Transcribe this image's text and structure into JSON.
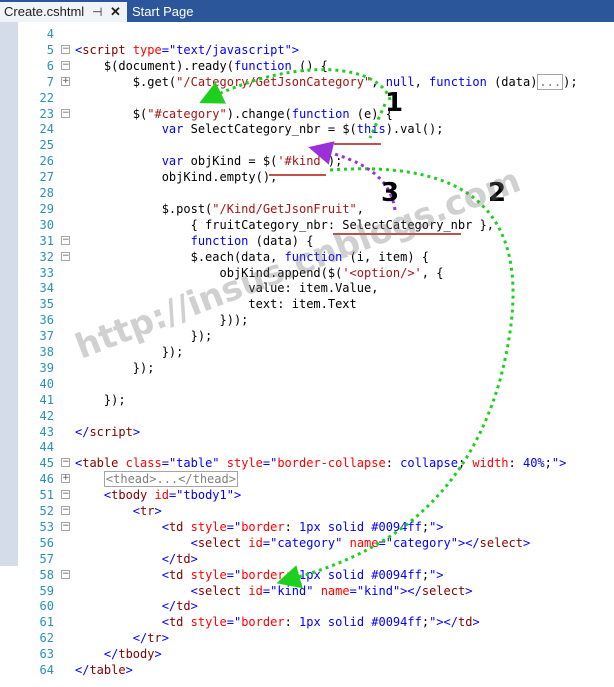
{
  "tabs": [
    {
      "label": "Create.cshtml",
      "active": true,
      "pin_icon": "pin-icon",
      "close_icon": "close-icon"
    },
    {
      "label": "Start Page",
      "active": false
    }
  ],
  "lines": [
    {
      "n": "4",
      "fold": "",
      "tokens": []
    },
    {
      "n": "5",
      "fold": "minus",
      "tokens": [
        [
          "b",
          "<"
        ],
        [
          "m",
          "script"
        ],
        [
          "k",
          " "
        ],
        [
          "a",
          "type"
        ],
        [
          "b",
          "=\""
        ],
        [
          "b",
          "text/javascript"
        ],
        [
          "b",
          "\">"
        ]
      ]
    },
    {
      "n": "6",
      "fold": "minus",
      "tokens": [
        [
          "k",
          "    $(document).ready("
        ],
        [
          "b",
          "function"
        ],
        [
          "k",
          " () {"
        ]
      ]
    },
    {
      "n": "7",
      "fold": "plus",
      "tokens": [
        [
          "k",
          "        $.get("
        ],
        [
          "r",
          "\"/Category/GetJsonCategory\""
        ],
        [
          "k",
          ", "
        ],
        [
          "b",
          "null"
        ],
        [
          "k",
          ", "
        ],
        [
          "b",
          "function"
        ],
        [
          "k",
          " (data)"
        ],
        [
          "box",
          "..."
        ],
        [
          "k",
          ");"
        ]
      ]
    },
    {
      "n": "22",
      "fold": "",
      "tokens": []
    },
    {
      "n": "23",
      "fold": "minus",
      "tokens": [
        [
          "k",
          "        $("
        ],
        [
          "r",
          "\"#category\""
        ],
        [
          "k",
          ").change("
        ],
        [
          "b",
          "function"
        ],
        [
          "k",
          " (e) {"
        ]
      ]
    },
    {
      "n": "24",
      "fold": "",
      "tokens": [
        [
          "k",
          "            "
        ],
        [
          "b",
          "var"
        ],
        [
          "k",
          " SelectCategory_nbr = $("
        ],
        [
          "b",
          "this"
        ],
        [
          "k",
          ").val();"
        ]
      ]
    },
    {
      "n": "25",
      "fold": "",
      "tokens": []
    },
    {
      "n": "26",
      "fold": "",
      "tokens": [
        [
          "k",
          "            "
        ],
        [
          "b",
          "var"
        ],
        [
          "k",
          " objKind = $("
        ],
        [
          "r",
          "'#kind'"
        ],
        [
          "k",
          ");"
        ]
      ]
    },
    {
      "n": "27",
      "fold": "",
      "tokens": [
        [
          "k",
          "            objKind.empty();"
        ]
      ]
    },
    {
      "n": "28",
      "fold": "",
      "tokens": []
    },
    {
      "n": "29",
      "fold": "",
      "tokens": [
        [
          "k",
          "            $.post("
        ],
        [
          "r",
          "\"/Kind/GetJsonFruit\""
        ],
        [
          "k",
          ","
        ]
      ]
    },
    {
      "n": "30",
      "fold": "",
      "tokens": [
        [
          "k",
          "                { fruitCategory_nbr: SelectCategory_nbr },"
        ]
      ]
    },
    {
      "n": "31",
      "fold": "minus",
      "tokens": [
        [
          "k",
          "                "
        ],
        [
          "b",
          "function"
        ],
        [
          "k",
          " (data) {"
        ]
      ]
    },
    {
      "n": "32",
      "fold": "minus",
      "tokens": [
        [
          "k",
          "                $.each(data, "
        ],
        [
          "b",
          "function"
        ],
        [
          "k",
          " (i, item) {"
        ]
      ]
    },
    {
      "n": "33",
      "fold": "",
      "tokens": [
        [
          "k",
          "                    objKind.append($("
        ],
        [
          "r",
          "'<option/>'"
        ],
        [
          "k",
          ", {"
        ]
      ]
    },
    {
      "n": "34",
      "fold": "",
      "tokens": [
        [
          "k",
          "                        value: item.Value,"
        ]
      ]
    },
    {
      "n": "35",
      "fold": "",
      "tokens": [
        [
          "k",
          "                        text: item.Text"
        ]
      ]
    },
    {
      "n": "36",
      "fold": "",
      "tokens": [
        [
          "k",
          "                    }));"
        ]
      ]
    },
    {
      "n": "37",
      "fold": "",
      "tokens": [
        [
          "k",
          "                });"
        ]
      ]
    },
    {
      "n": "38",
      "fold": "",
      "tokens": [
        [
          "k",
          "            });"
        ]
      ]
    },
    {
      "n": "39",
      "fold": "",
      "tokens": [
        [
          "k",
          "        });"
        ]
      ]
    },
    {
      "n": "40",
      "fold": "",
      "tokens": []
    },
    {
      "n": "41",
      "fold": "",
      "tokens": [
        [
          "k",
          "    });"
        ]
      ]
    },
    {
      "n": "42",
      "fold": "",
      "tokens": []
    },
    {
      "n": "43",
      "fold": "",
      "tokens": [
        [
          "b",
          "</"
        ],
        [
          "m",
          "script"
        ],
        [
          "b",
          ">"
        ]
      ]
    },
    {
      "n": "44",
      "fold": "",
      "tokens": []
    },
    {
      "n": "45",
      "fold": "minus",
      "tokens": [
        [
          "b",
          "<"
        ],
        [
          "m",
          "table"
        ],
        [
          "k",
          " "
        ],
        [
          "a",
          "class"
        ],
        [
          "b",
          "=\"table\""
        ],
        [
          "k",
          " "
        ],
        [
          "a",
          "style"
        ],
        [
          "b",
          "=\""
        ],
        [
          "a",
          "border-collapse"
        ],
        [
          "k",
          ": "
        ],
        [
          "b",
          "collapse"
        ],
        [
          "k",
          "; "
        ],
        [
          "a",
          "width"
        ],
        [
          "k",
          ": "
        ],
        [
          "b",
          "40%"
        ],
        [
          "k",
          ";"
        ],
        [
          "b",
          "\">"
        ]
      ]
    },
    {
      "n": "46",
      "fold": "plus",
      "tokens": [
        [
          "k",
          "    "
        ],
        [
          "box",
          "<thead>...</thead>"
        ]
      ]
    },
    {
      "n": "51",
      "fold": "minus",
      "tokens": [
        [
          "k",
          "    "
        ],
        [
          "b",
          "<"
        ],
        [
          "m",
          "tbody"
        ],
        [
          "k",
          " "
        ],
        [
          "a",
          "id"
        ],
        [
          "b",
          "=\"tbody1\">"
        ]
      ]
    },
    {
      "n": "52",
      "fold": "minus",
      "tokens": [
        [
          "k",
          "        "
        ],
        [
          "b",
          "<"
        ],
        [
          "m",
          "tr"
        ],
        [
          "b",
          ">"
        ]
      ]
    },
    {
      "n": "53",
      "fold": "minus",
      "tokens": [
        [
          "k",
          "            "
        ],
        [
          "b",
          "<"
        ],
        [
          "m",
          "td"
        ],
        [
          "k",
          " "
        ],
        [
          "a",
          "style"
        ],
        [
          "b",
          "=\""
        ],
        [
          "a",
          "border"
        ],
        [
          "k",
          ": "
        ],
        [
          "b",
          "1px solid #0094ff"
        ],
        [
          "k",
          ";"
        ],
        [
          "b",
          "\">"
        ]
      ]
    },
    {
      "n": "56",
      "fold": "",
      "tokens": [
        [
          "k",
          "                "
        ],
        [
          "b",
          "<"
        ],
        [
          "m",
          "select"
        ],
        [
          "k",
          " "
        ],
        [
          "a",
          "id"
        ],
        [
          "b",
          "=\"category\""
        ],
        [
          "k",
          " "
        ],
        [
          "a",
          "name"
        ],
        [
          "b",
          "=\"category\"></"
        ],
        [
          "m",
          "select"
        ],
        [
          "b",
          ">"
        ]
      ]
    },
    {
      "n": "57",
      "fold": "",
      "tokens": [
        [
          "k",
          "            "
        ],
        [
          "b",
          "</"
        ],
        [
          "m",
          "td"
        ],
        [
          "b",
          ">"
        ]
      ]
    },
    {
      "n": "58",
      "fold": "minus",
      "tokens": [
        [
          "k",
          "            "
        ],
        [
          "b",
          "<"
        ],
        [
          "m",
          "td"
        ],
        [
          "k",
          " "
        ],
        [
          "a",
          "style"
        ],
        [
          "b",
          "=\""
        ],
        [
          "a",
          "border"
        ],
        [
          "k",
          ": "
        ],
        [
          "b",
          "1px solid #0094ff"
        ],
        [
          "k",
          ";"
        ],
        [
          "b",
          "\">"
        ]
      ]
    },
    {
      "n": "59",
      "fold": "",
      "tokens": [
        [
          "k",
          "                "
        ],
        [
          "b",
          "<"
        ],
        [
          "m",
          "select"
        ],
        [
          "k",
          " "
        ],
        [
          "a",
          "id"
        ],
        [
          "b",
          "=\"kind\""
        ],
        [
          "k",
          " "
        ],
        [
          "a",
          "name"
        ],
        [
          "b",
          "=\"kind\"></"
        ],
        [
          "m",
          "select"
        ],
        [
          "b",
          ">"
        ]
      ]
    },
    {
      "n": "60",
      "fold": "",
      "tokens": [
        [
          "k",
          "            "
        ],
        [
          "b",
          "</"
        ],
        [
          "m",
          "td"
        ],
        [
          "b",
          ">"
        ]
      ]
    },
    {
      "n": "61",
      "fold": "",
      "tokens": [
        [
          "k",
          "            "
        ],
        [
          "b",
          "<"
        ],
        [
          "m",
          "td"
        ],
        [
          "k",
          " "
        ],
        [
          "a",
          "style"
        ],
        [
          "b",
          "=\""
        ],
        [
          "a",
          "border"
        ],
        [
          "k",
          ": "
        ],
        [
          "b",
          "1px solid #0094ff"
        ],
        [
          "k",
          ";"
        ],
        [
          "b",
          "\"></"
        ],
        [
          "m",
          "td"
        ],
        [
          "b",
          ">"
        ]
      ]
    },
    {
      "n": "62",
      "fold": "",
      "tokens": [
        [
          "k",
          "        "
        ],
        [
          "b",
          "</"
        ],
        [
          "m",
          "tr"
        ],
        [
          "b",
          ">"
        ]
      ]
    },
    {
      "n": "63",
      "fold": "",
      "tokens": [
        [
          "k",
          "    "
        ],
        [
          "b",
          "</"
        ],
        [
          "m",
          "tbody"
        ],
        [
          "b",
          ">"
        ]
      ]
    },
    {
      "n": "64",
      "fold": "",
      "tokens": [
        [
          "b",
          "</"
        ],
        [
          "m",
          "table"
        ],
        [
          "b",
          ">"
        ]
      ]
    }
  ],
  "annotations": {
    "numbers": [
      "1",
      "2",
      "3"
    ],
    "watermark": "http://insus.cnblogs.com",
    "arrow_green": "#1ed01e",
    "arrow_purple": "#9b30d9",
    "underline_color": "#c0504d"
  },
  "colors": {
    "tabbar": "#2b579a",
    "keyword": "#0000ff",
    "string": "#a31515",
    "tag": "#800000",
    "attribute": "#ff0000",
    "line_number": "#2b91af"
  }
}
